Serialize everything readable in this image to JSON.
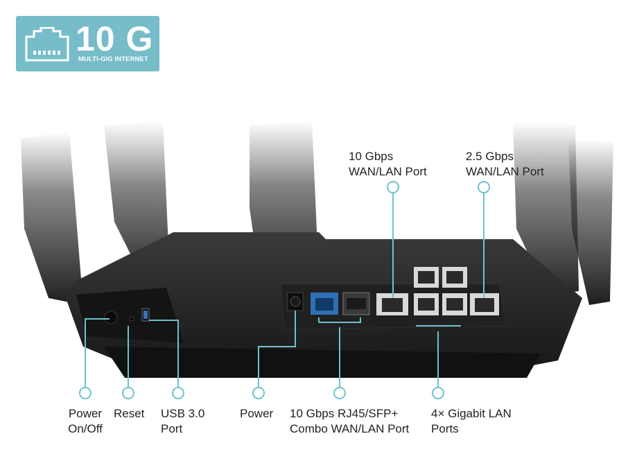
{
  "badge": {
    "speed": "10 G",
    "subtitle": "MULTI-GIG INTERNET",
    "icon": "ethernet-port-icon"
  },
  "callouts": {
    "wan10g": {
      "line1": "10 Gbps",
      "line2": "WAN/LAN Port"
    },
    "wan25g": {
      "line1": "2.5 Gbps",
      "line2": "WAN/LAN Port"
    },
    "power_onoff": {
      "line1": "Power",
      "line2": "On/Off"
    },
    "reset": {
      "line1": "Reset"
    },
    "usb": {
      "line1": "USB 3.0",
      "line2": "Port"
    },
    "power": {
      "line1": "Power"
    },
    "combo": {
      "line1": "10 Gbps RJ45/SFP+",
      "line2": "Combo WAN/LAN Port"
    },
    "lan": {
      "line1": "4× Gigabit LAN",
      "line2": "Ports"
    }
  },
  "colors": {
    "accent": "#6fc2cf",
    "badge_bg": "#76bcc9",
    "body": "#1c1c1c"
  }
}
